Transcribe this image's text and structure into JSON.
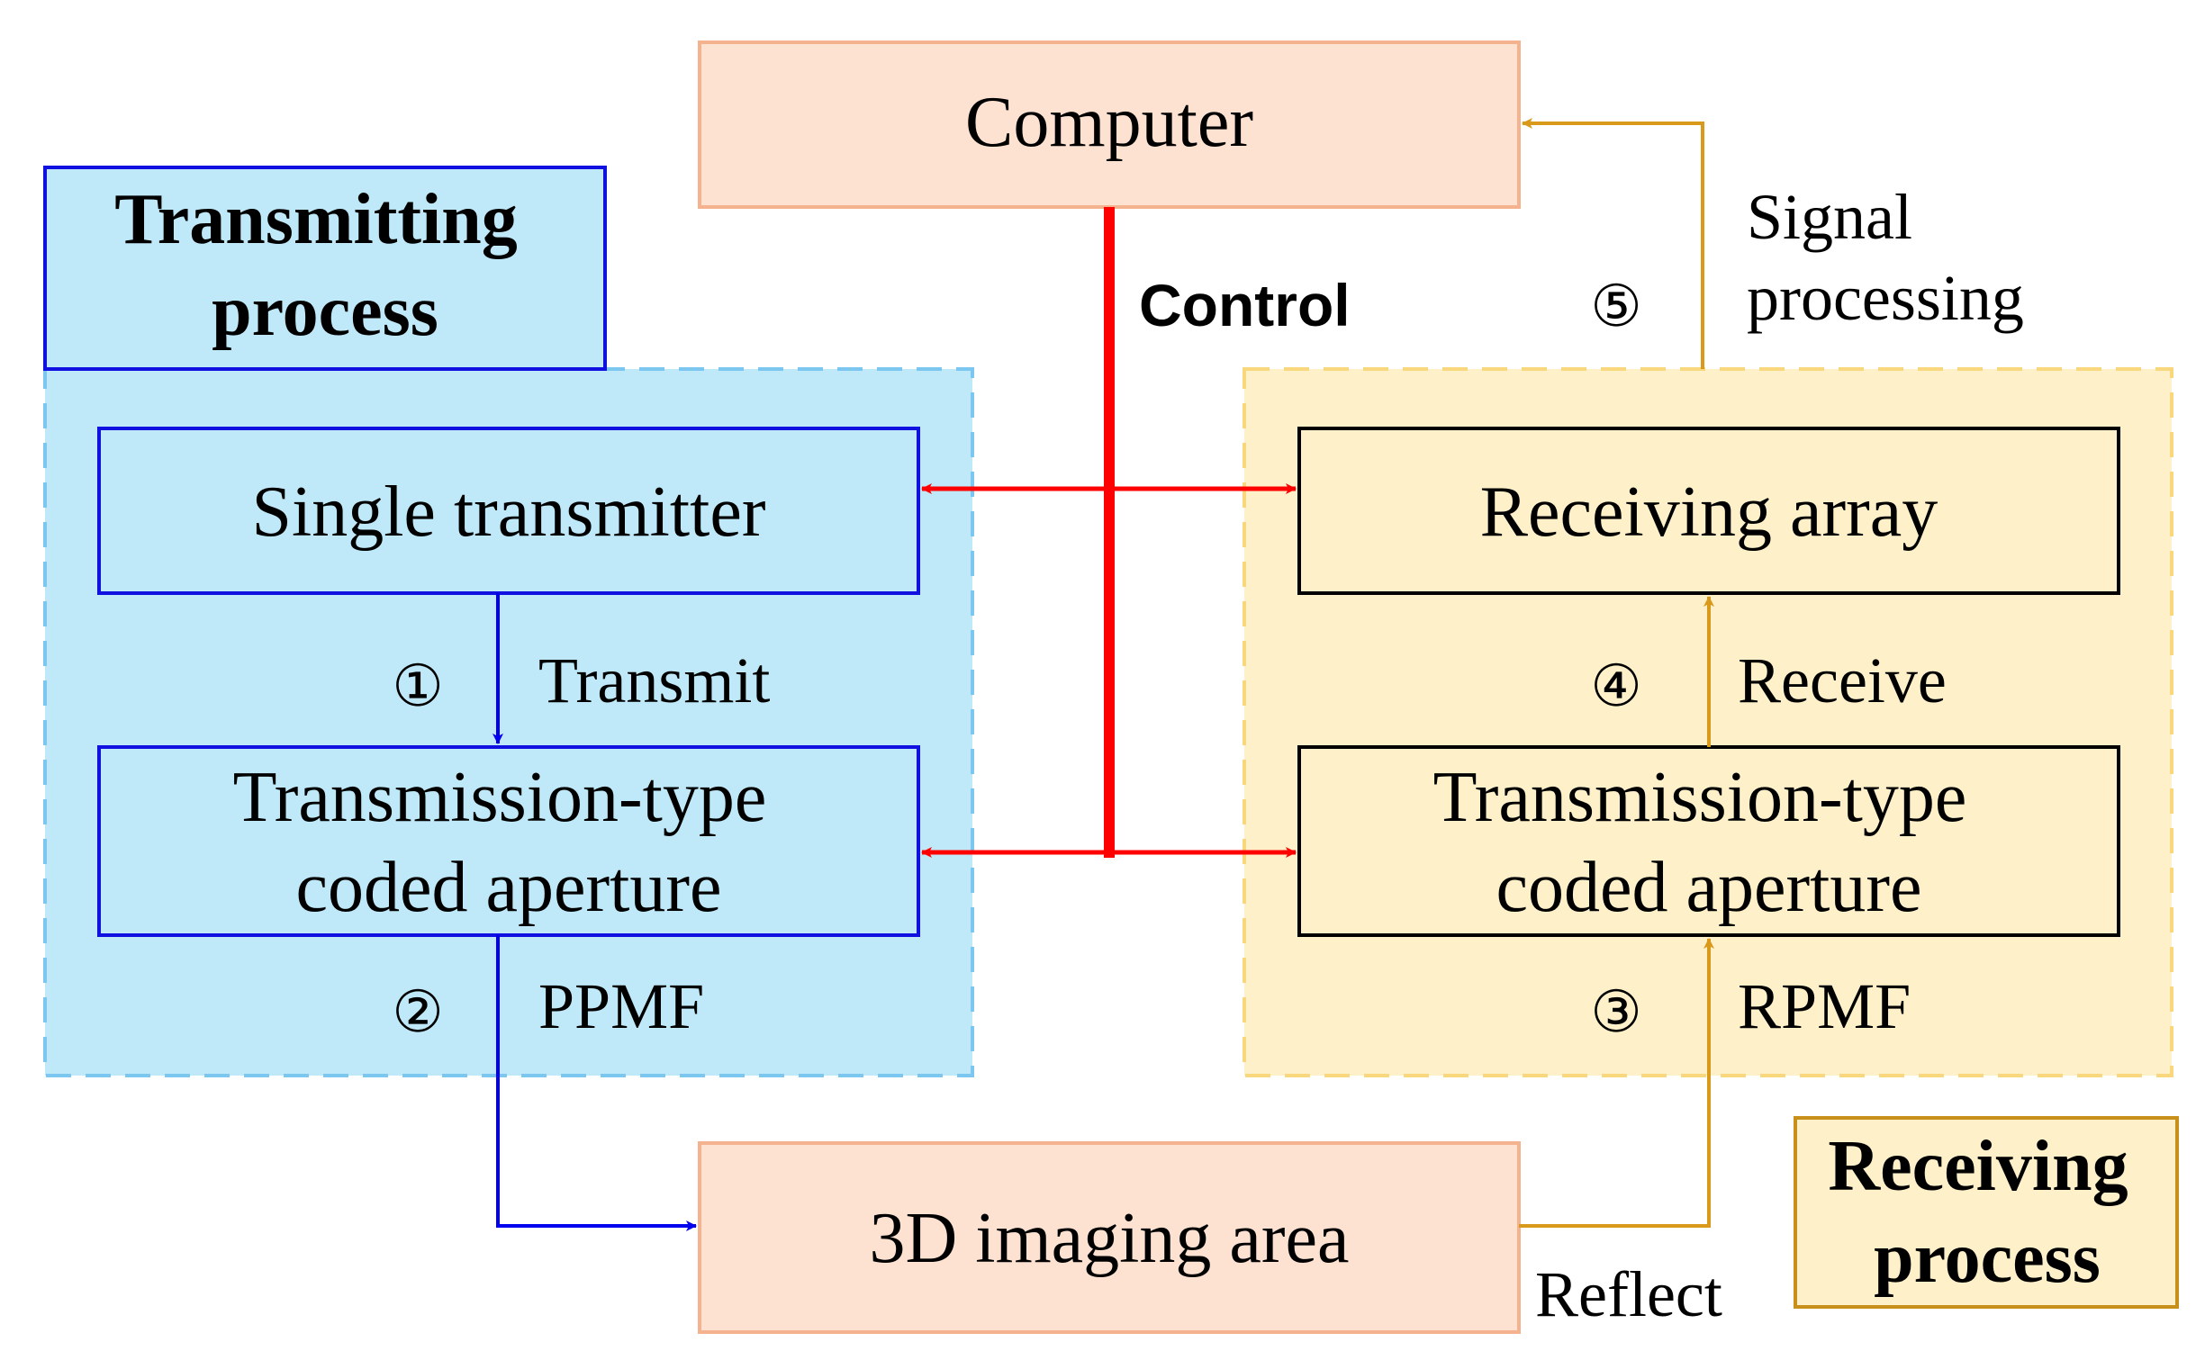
{
  "colors": {
    "transmit_fill": "#bfe9f9",
    "transmit_dash": "#7cc7ef",
    "transmit_border": "#1010e0",
    "receive_fill": "#fef0c9",
    "receive_dash": "#f9d77d",
    "receive_border": "#c8901a",
    "peach_fill": "#fde1d1",
    "peach_border": "#f5b28e",
    "control": "#ff0000",
    "blue_arrow": "#0000ee",
    "gold_arrow": "#d99a1c",
    "black": "#000000"
  },
  "nodes": {
    "computer": "Computer",
    "transmitting_process": [
      "Transmitting",
      "process"
    ],
    "receiving_process": [
      "Receiving",
      "process"
    ],
    "single_transmitter": "Single transmitter",
    "tx_aperture": [
      "Transmission-type",
      "coded aperture"
    ],
    "receiving_array": "Receiving array",
    "rx_aperture": [
      "Transmission-type",
      "coded aperture"
    ],
    "imaging_area": "3D imaging area"
  },
  "labels": {
    "control": "Control",
    "signal_processing": [
      "Signal",
      "processing"
    ],
    "transmit": "Transmit",
    "ppmf": "PPMF",
    "receive": "Receive",
    "rpmf": "RPMF",
    "reflect": "Reflect"
  },
  "steps": {
    "s1": "①",
    "s2": "②",
    "s3": "③",
    "s4": "④",
    "s5": "⑤"
  }
}
